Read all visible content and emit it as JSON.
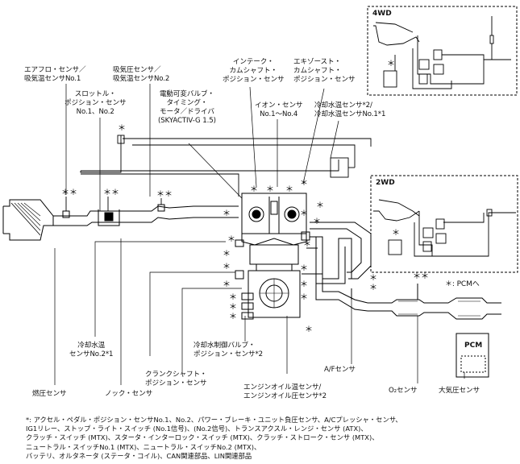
{
  "boxes": {
    "fourwd": "4WD",
    "twowd": "2WD",
    "pcm": "PCM"
  },
  "legend": {
    "symbol": "＊",
    "text": ": PCMへ"
  },
  "labels": {
    "airflow": "エアフロ・センサ／\n吸気温センサNo.1",
    "map": "吸気圧センサ／\n吸気温センサNo.2",
    "tps": "スロットル・\nポジション・センサ\nNo.1、No.2",
    "vvt_motor": "電動可変バルブ・\nタイミング・\nモータ／ドライバ\n(SKYACTIV-G 1.5)",
    "intake_cam": "インテーク・\nカムシャフト・\nポジション・センサ",
    "exhaust_cam": "エキゾースト・\nカムシャフト・\nポジション・センサ",
    "ion": "イオン・センサ\nNo.1～No.4",
    "ect1": "冷却水温センサ*2/\n冷却水温センサNo.1*1",
    "ect2": "冷却水温\nセンサNo.2*1",
    "coolant_valve": "冷却水制御バルブ・\nポジション・センサ*2",
    "ckp": "クランクシャフト・\nポジション・センサ",
    "oil_temp": "エンジンオイル温センサ/\nエンジンオイル圧センサ*2",
    "af": "A/Fセンサ",
    "fuel_pressure": "燃圧センサ",
    "knock": "ノック・センサ",
    "o2": "O₂センサ",
    "baro": "大気圧センサ"
  },
  "footnote": "*: アクセル・ペダル・ポジション・センサNo.1、No.2、パワー・ブレーキ・ユニット負圧センサ、A/Cプレッシャ・センサ、\nIG1リレー、ストップ・ライト・スイッチ (No.1信号)、(No.2信号)、トランスアクスル・レンジ・センサ (ATX)、\nクラッチ・スイッチ (MTX)、スタータ・インターロック・スイッチ (MTX)、クラッチ・ストローク・センサ (MTX)、\nニュートラル・スイッチNo.1 (MTX)、ニュートラル・スイッチNo.2 (MTX)、\nバッテリ、オルタネータ (ステータ・コイル)、CAN関連部品、LIN関連部品"
}
